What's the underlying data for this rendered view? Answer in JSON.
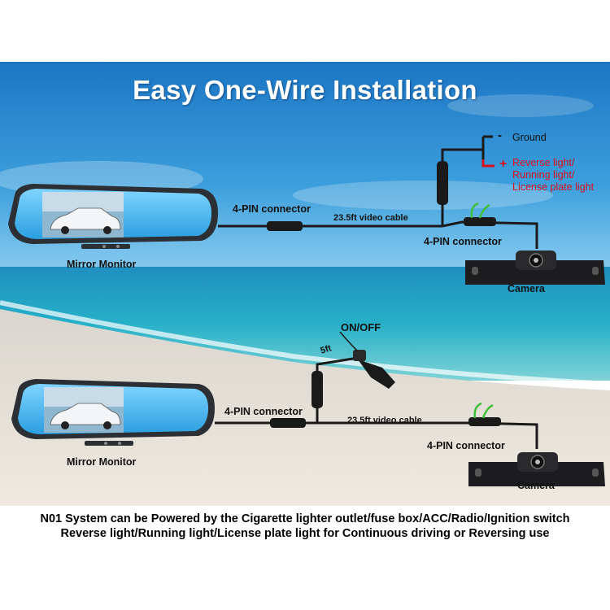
{
  "title": "Easy One-Wire Installation",
  "top": {
    "ground_sign": "-",
    "ground": "Ground",
    "plus_sign": "+",
    "power_lines": [
      "Reverse light/",
      "Running light/",
      "License plate light"
    ],
    "connector_left": "4-PIN connector",
    "cable": "23.5ft video cable",
    "connector_right": "4-PIN connector",
    "monitor": "Mirror Monitor",
    "camera": "Camera"
  },
  "bottom": {
    "switch": "ON/OFF",
    "wire_length": "5ft",
    "connector_left": "4-PIN connector",
    "cable": "23.5ft video cable",
    "connector_right": "4-PIN connector",
    "monitor": "Mirror Monitor",
    "camera": "Camera"
  },
  "footer": {
    "line1": "N01 System can be Powered by the Cigarette lighter outlet/fuse box/ACC/Radio/Ignition switch",
    "line2": "Reverse light/Running light/License plate light for Continuous driving or Reversing use"
  },
  "colors": {
    "sky": "#2f8fd2",
    "sea": "#1fa3c9",
    "sand": "#e7e1d6",
    "wire": "#1a1a1a",
    "accent_red": "#d8111c",
    "mirror_screen": "#3fb3ec"
  }
}
